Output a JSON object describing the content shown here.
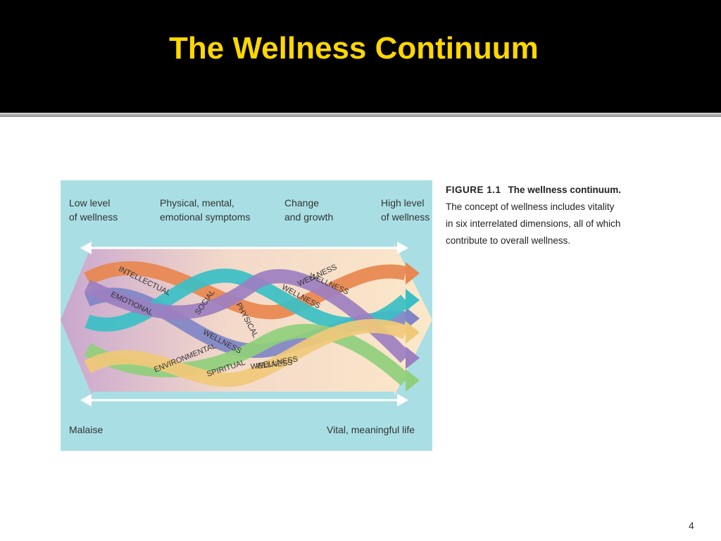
{
  "slide": {
    "title": "The Wellness Continuum",
    "page_number": "4",
    "title_color": "#ffd700",
    "header_color": "#000000"
  },
  "figure": {
    "top_labels": [
      "Low level\nof wellness",
      "Physical, mental,\nemotional symptoms",
      "Change\nand growth",
      "High level\nof wellness"
    ],
    "bottom_left_label": "Malaise",
    "bottom_right_label": "Vital, meaningful life",
    "dimensions": [
      {
        "name": "INTELLECTUAL",
        "wellness_label": "WELLNESS",
        "color": "#e8874f"
      },
      {
        "name": "EMOTIONAL",
        "wellness_label": "WELLNESS",
        "color": "#7f86c6"
      },
      {
        "name": "SOCIAL",
        "wellness_label": "WELLNESS",
        "color": "#39bfc5"
      },
      {
        "name": "PHYSICAL",
        "wellness_label": "WELLNESS",
        "color": "#9c7fc0"
      },
      {
        "name": "ENVIRONMENTAL",
        "wellness_label": "WELLNESS",
        "color": "#8fcf7b"
      },
      {
        "name": "SPIRITUAL",
        "wellness_label": "WELLNESS",
        "color": "#f0c978"
      }
    ],
    "background_color": "#a9dfe4"
  },
  "caption": {
    "figure_number": "FIGURE 1.1",
    "figure_title": "The wellness continuum.",
    "text": "The concept of wellness includes vitality in six interrelated dimensions, all of which contribute to overall wellness."
  }
}
